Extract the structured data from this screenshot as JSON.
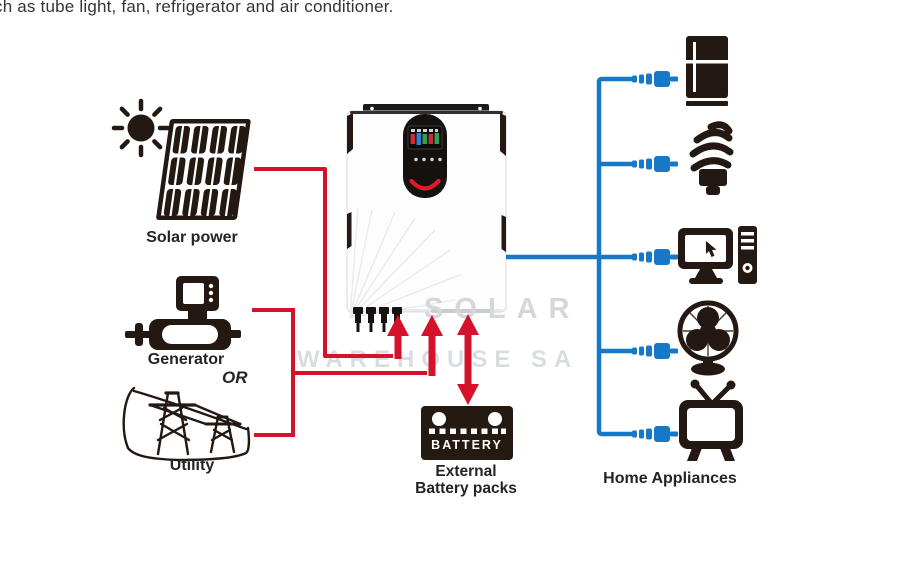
{
  "page": {
    "heading_fragment": "ch as tube light, fan, refrigerator and air conditioner."
  },
  "colors": {
    "line_red": "#d6112c",
    "line_blue": "#1878c8",
    "icon_black": "#231812",
    "watermark_gray": "#d4d8db"
  },
  "sources": {
    "solar": {
      "label": "Solar power",
      "icons": [
        "sun-icon",
        "solar-panel-icon"
      ]
    },
    "generator": {
      "label": "Generator",
      "icon": "generator-icon"
    },
    "or_separator": "OR",
    "utility": {
      "label": "Utility",
      "icon": "utility-pylons-icon"
    }
  },
  "inverter": {
    "device": "hybrid-solar-inverter",
    "watermark": {
      "line1": "SOLAR",
      "line2": "WAREHOUSE SA"
    }
  },
  "battery": {
    "panel_text": "BATTERY",
    "caption": {
      "line1": "External",
      "line2": "Battery packs"
    }
  },
  "appliances": {
    "caption": "Home Appliances",
    "items": [
      {
        "name": "refrigerator",
        "icon": "refrigerator-icon"
      },
      {
        "name": "cfl-bulb",
        "icon": "cfl-bulb-icon"
      },
      {
        "name": "desktop-computer",
        "icon": "computer-icon"
      },
      {
        "name": "electric-fan",
        "icon": "fan-icon"
      },
      {
        "name": "television",
        "icon": "tv-icon"
      }
    ]
  }
}
